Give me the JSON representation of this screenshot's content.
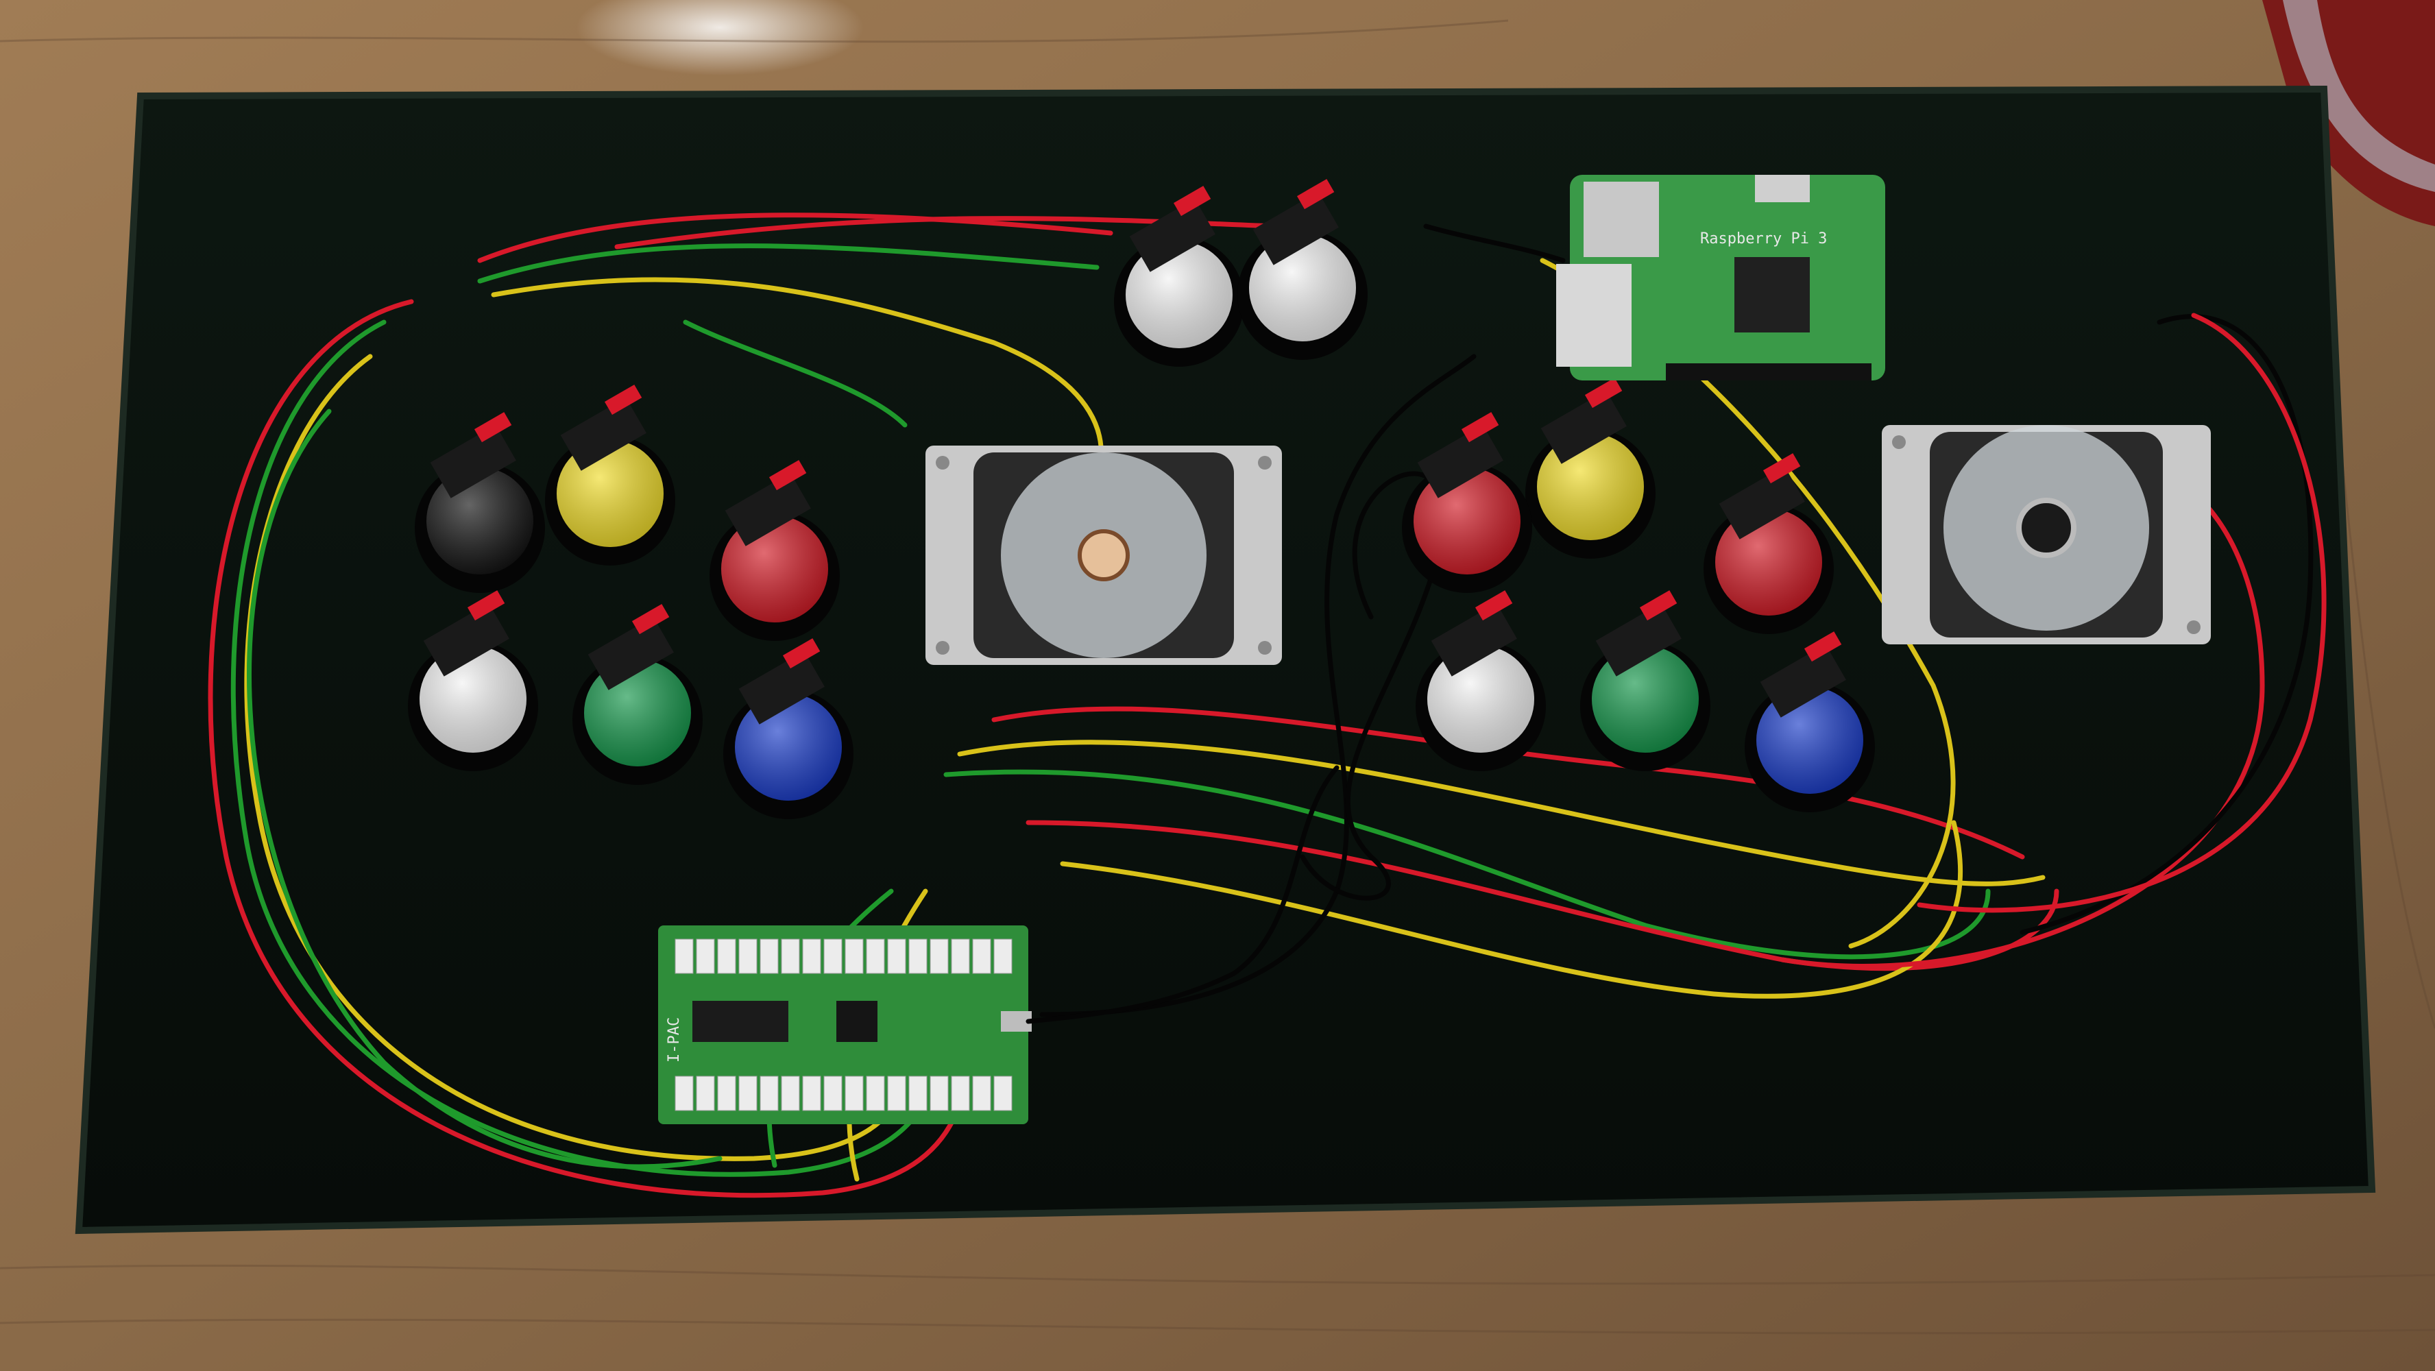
{
  "scene": {
    "description_tag": "arcade-control-panel",
    "colors": {
      "table": "#8a6a48",
      "table_dark": "#5e4630",
      "panel": "#0a120e",
      "panel_edge": "#1d2a22",
      "wire_red": "#d8192a",
      "wire_yellow": "#d9c21a",
      "wire_green": "#1f9a2c",
      "wire_black": "#050505",
      "pcb_green": "#2f8d3a",
      "pi_green": "#3a9a48"
    }
  },
  "buttons": [
    {
      "id": "btn-black-1",
      "color": "#121212"
    },
    {
      "id": "btn-yellow-1",
      "color": "#f0dc2a"
    },
    {
      "id": "btn-red-1",
      "color": "#d11a25"
    },
    {
      "id": "btn-white-1",
      "color": "#f2f2f2"
    },
    {
      "id": "btn-green-1",
      "color": "#14964a"
    },
    {
      "id": "btn-blue-1",
      "color": "#1a3cc8"
    },
    {
      "id": "btn-white-top-1",
      "color": "#f2f2f2"
    },
    {
      "id": "btn-white-top-2",
      "color": "#f2f2f2"
    },
    {
      "id": "btn-yellow-2",
      "color": "#f0dc2a"
    },
    {
      "id": "btn-red-2",
      "color": "#d11a25"
    },
    {
      "id": "btn-red-3",
      "color": "#d11a25"
    },
    {
      "id": "btn-white-2",
      "color": "#f2f2f2"
    },
    {
      "id": "btn-green-2",
      "color": "#14964a"
    },
    {
      "id": "btn-blue-2",
      "color": "#1a3cc8"
    }
  ],
  "joysticks": [
    {
      "id": "joystick-left"
    },
    {
      "id": "joystick-right"
    }
  ],
  "encoder_board": {
    "label": "I-PAC"
  },
  "raspberry_pi": {
    "label": "Raspberry Pi 3"
  }
}
